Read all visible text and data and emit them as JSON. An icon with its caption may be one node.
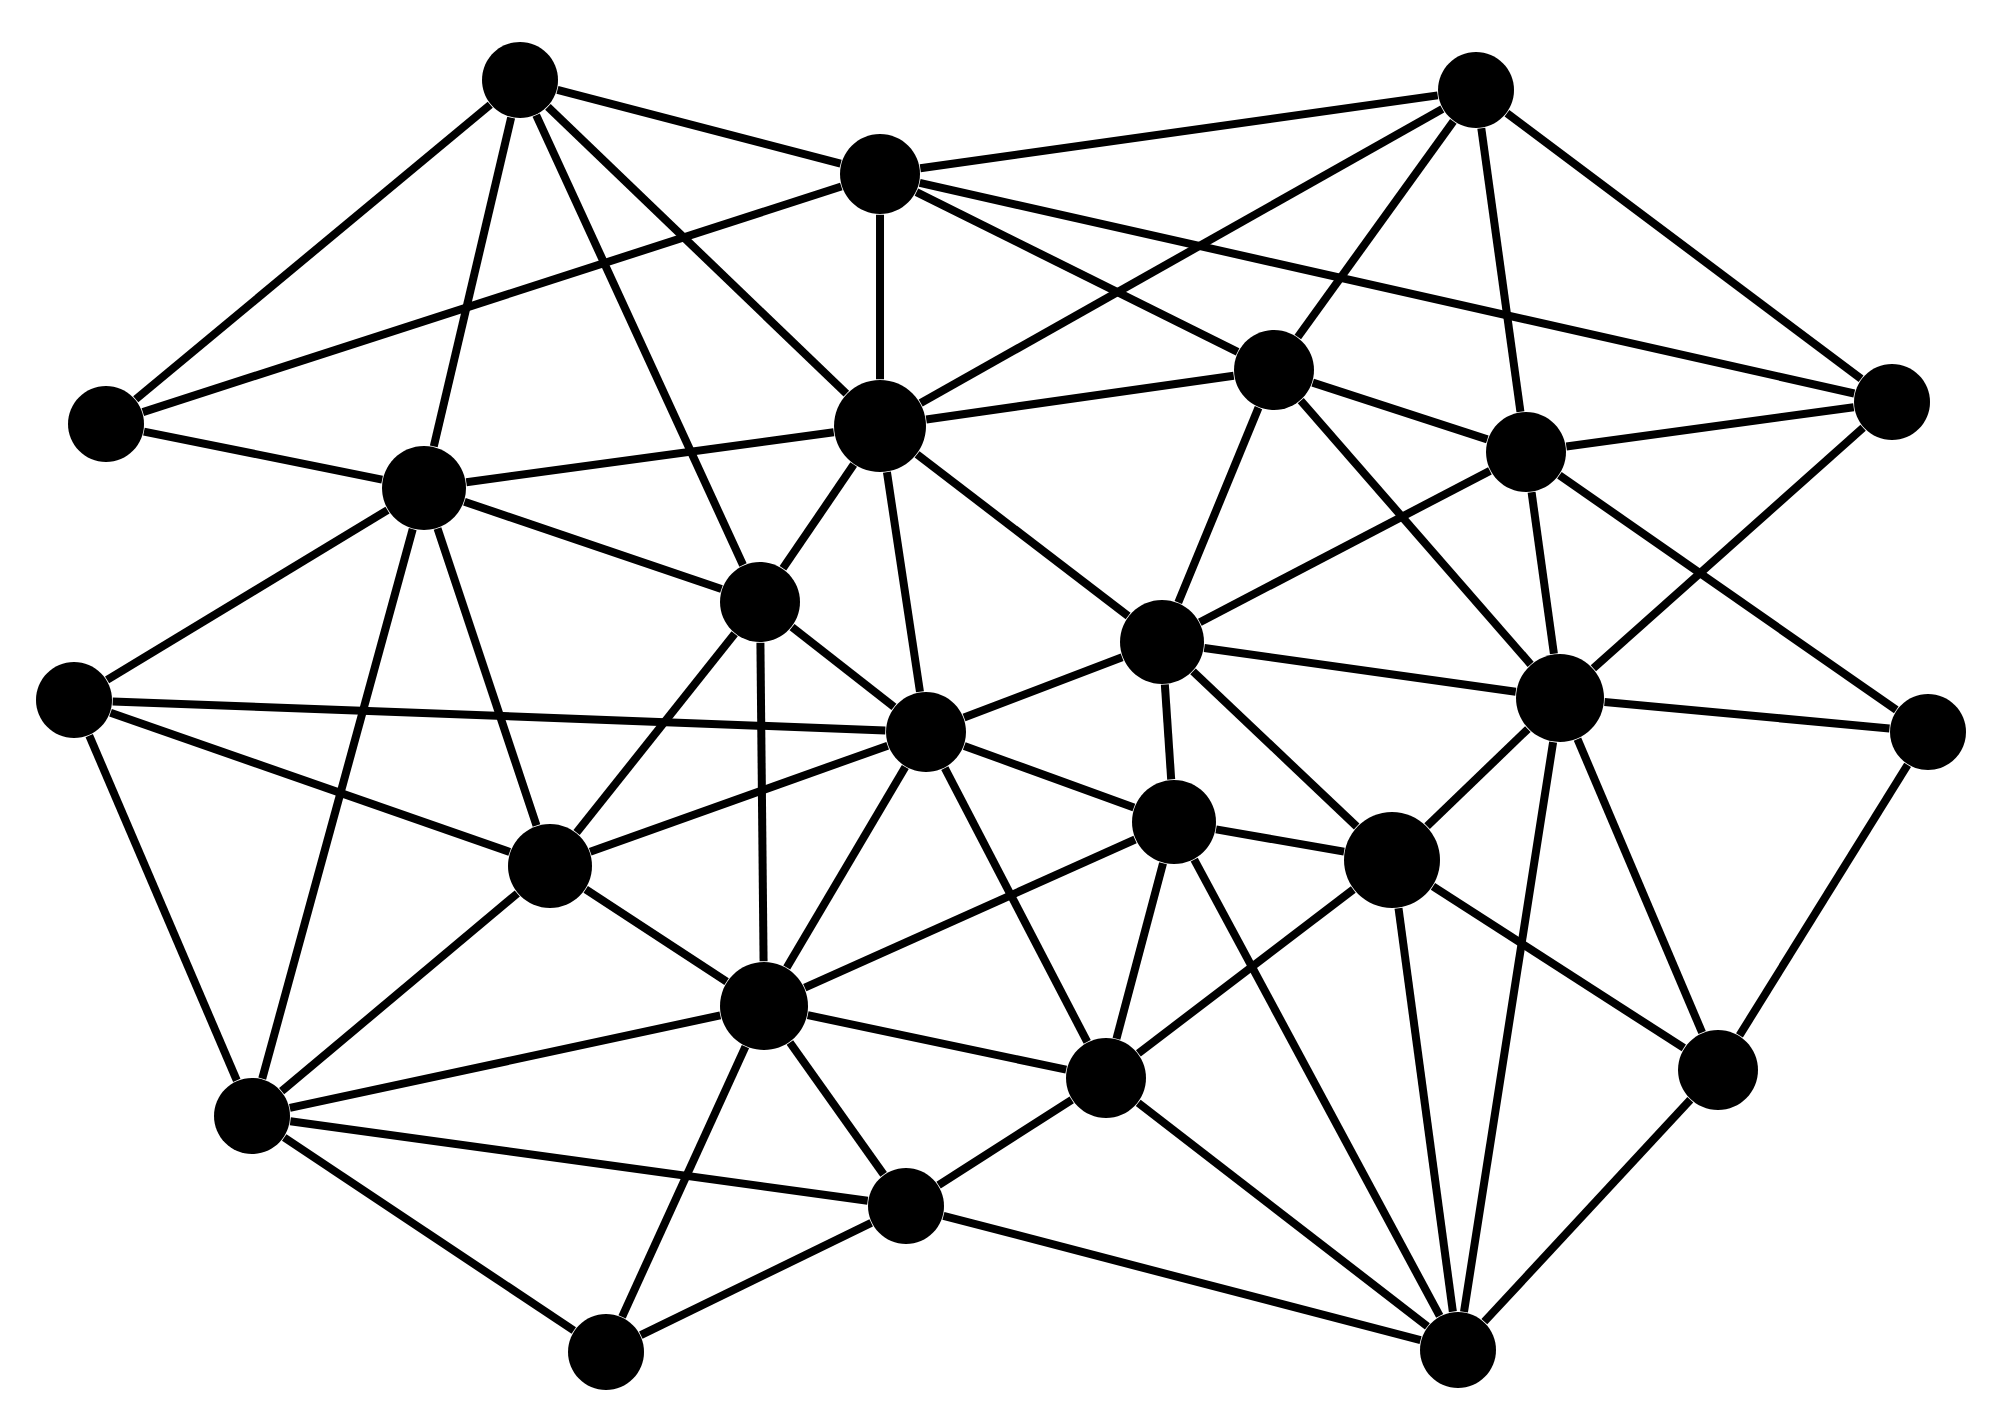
{
  "diagram": {
    "nodes": [
      {
        "text": [],
        "shape": "circle"
      },
      {
        "text": [],
        "shape": "circle"
      },
      {
        "text": [],
        "shape": "circle"
      },
      {
        "text": [],
        "shape": "circle"
      },
      {
        "text": [],
        "shape": "circle"
      },
      {
        "text": [],
        "shape": "circle"
      },
      {
        "text": [],
        "shape": "circle"
      },
      {
        "text": [],
        "shape": "circle"
      },
      {
        "text": [],
        "shape": "circle"
      },
      {
        "text": [],
        "shape": "circle"
      },
      {
        "text": [],
        "shape": "circle"
      },
      {
        "text": [],
        "shape": "circle"
      },
      {
        "text": [],
        "shape": "circle"
      },
      {
        "text": [],
        "shape": "circle"
      },
      {
        "text": [],
        "shape": "circle"
      },
      {
        "text": [],
        "shape": "circle"
      },
      {
        "text": [],
        "shape": "circle"
      },
      {
        "text": [],
        "shape": "circle"
      },
      {
        "text": [],
        "shape": "circle"
      },
      {
        "text": [],
        "shape": "circle"
      },
      {
        "text": [],
        "shape": "circle"
      },
      {
        "text": [],
        "shape": "circle"
      },
      {
        "text": [],
        "shape": "circle"
      },
      {
        "text": [],
        "shape": "circle"
      },
      {
        "text": [],
        "shape": "circle"
      }
    ],
    "edges": [
      {
        "from": 0,
        "to": 2,
        "arrow": "none"
      },
      {
        "from": 0,
        "to": 3,
        "arrow": "none"
      },
      {
        "from": 0,
        "to": 7,
        "arrow": "none"
      },
      {
        "from": 0,
        "to": 9,
        "arrow": "none"
      },
      {
        "from": 0,
        "to": 5,
        "arrow": "none"
      },
      {
        "from": 3,
        "to": 2,
        "arrow": "none"
      },
      {
        "from": 3,
        "to": 7,
        "arrow": "none"
      },
      {
        "from": 2,
        "to": 5,
        "arrow": "none"
      },
      {
        "from": 2,
        "to": 1,
        "arrow": "none"
      },
      {
        "from": 2,
        "to": 6,
        "arrow": "none"
      },
      {
        "from": 2,
        "to": 4,
        "arrow": "none"
      },
      {
        "from": 1,
        "to": 5,
        "arrow": "none"
      },
      {
        "from": 1,
        "to": 4,
        "arrow": "none"
      },
      {
        "from": 1,
        "to": 8,
        "arrow": "none"
      },
      {
        "from": 1,
        "to": 6,
        "arrow": "none"
      },
      {
        "from": 5,
        "to": 4,
        "arrow": "none"
      },
      {
        "from": 5,
        "to": 10,
        "arrow": "none"
      },
      {
        "from": 5,
        "to": 7,
        "arrow": "none"
      },
      {
        "from": 5,
        "to": 9,
        "arrow": "none"
      },
      {
        "from": 5,
        "to": 13,
        "arrow": "none"
      },
      {
        "from": 4,
        "to": 8,
        "arrow": "none"
      },
      {
        "from": 4,
        "to": 10,
        "arrow": "none"
      },
      {
        "from": 4,
        "to": 12,
        "arrow": "none"
      },
      {
        "from": 8,
        "to": 6,
        "arrow": "none"
      },
      {
        "from": 8,
        "to": 10,
        "arrow": "none"
      },
      {
        "from": 8,
        "to": 12,
        "arrow": "none"
      },
      {
        "from": 8,
        "to": 14,
        "arrow": "none"
      },
      {
        "from": 6,
        "to": 12,
        "arrow": "none"
      },
      {
        "from": 10,
        "to": 12,
        "arrow": "none"
      },
      {
        "from": 10,
        "to": 13,
        "arrow": "none"
      },
      {
        "from": 10,
        "to": 15,
        "arrow": "none"
      },
      {
        "from": 10,
        "to": 16,
        "arrow": "none"
      },
      {
        "from": 12,
        "to": 14,
        "arrow": "none"
      },
      {
        "from": 12,
        "to": 16,
        "arrow": "none"
      },
      {
        "from": 12,
        "to": 24,
        "arrow": "none"
      },
      {
        "from": 12,
        "to": 19,
        "arrow": "none"
      },
      {
        "from": 14,
        "to": 19,
        "arrow": "none"
      },
      {
        "from": 16,
        "to": 19,
        "arrow": "none"
      },
      {
        "from": 16,
        "to": 15,
        "arrow": "none"
      },
      {
        "from": 16,
        "to": 20,
        "arrow": "none"
      },
      {
        "from": 16,
        "to": 24,
        "arrow": "none"
      },
      {
        "from": 19,
        "to": 24,
        "arrow": "none"
      },
      {
        "from": 15,
        "to": 13,
        "arrow": "none"
      },
      {
        "from": 15,
        "to": 18,
        "arrow": "none"
      },
      {
        "from": 15,
        "to": 20,
        "arrow": "none"
      },
      {
        "from": 15,
        "to": 24,
        "arrow": "none"
      },
      {
        "from": 13,
        "to": 20,
        "arrow": "none"
      },
      {
        "from": 13,
        "to": 9,
        "arrow": "none"
      },
      {
        "from": 13,
        "to": 11,
        "arrow": "none"
      },
      {
        "from": 13,
        "to": 17,
        "arrow": "none"
      },
      {
        "from": 13,
        "to": 18,
        "arrow": "none"
      },
      {
        "from": 9,
        "to": 7,
        "arrow": "none"
      },
      {
        "from": 9,
        "to": 17,
        "arrow": "none"
      },
      {
        "from": 9,
        "to": 18,
        "arrow": "none"
      },
      {
        "from": 7,
        "to": 11,
        "arrow": "none"
      },
      {
        "from": 7,
        "to": 21,
        "arrow": "none"
      },
      {
        "from": 7,
        "to": 17,
        "arrow": "none"
      },
      {
        "from": 11,
        "to": 17,
        "arrow": "none"
      },
      {
        "from": 11,
        "to": 21,
        "arrow": "none"
      },
      {
        "from": 17,
        "to": 18,
        "arrow": "none"
      },
      {
        "from": 17,
        "to": 21,
        "arrow": "none"
      },
      {
        "from": 21,
        "to": 18,
        "arrow": "none"
      },
      {
        "from": 21,
        "to": 22,
        "arrow": "none"
      },
      {
        "from": 21,
        "to": 23,
        "arrow": "none"
      },
      {
        "from": 18,
        "to": 20,
        "arrow": "none"
      },
      {
        "from": 18,
        "to": 22,
        "arrow": "none"
      },
      {
        "from": 18,
        "to": 23,
        "arrow": "none"
      },
      {
        "from": 22,
        "to": 23,
        "arrow": "none"
      },
      {
        "from": 22,
        "to": 20,
        "arrow": "none"
      },
      {
        "from": 22,
        "to": 24,
        "arrow": "none"
      },
      {
        "from": 20,
        "to": 24,
        "arrow": "none"
      }
    ]
  }
}
